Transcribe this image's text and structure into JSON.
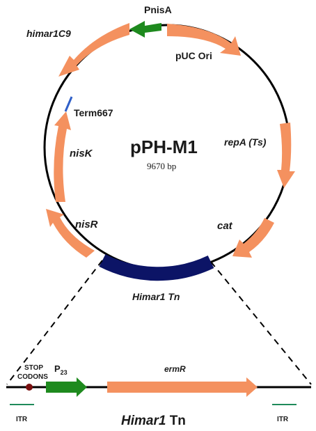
{
  "plasmid": {
    "name": "pPH-M1",
    "size": "9670 bp"
  },
  "features": {
    "pnisa": "PnisA",
    "himar1c9": "himar1C9",
    "puc_ori": "pUC Ori",
    "term667": "Term667",
    "nisk": "nisK",
    "repa": "repA (Ts)",
    "cat": "cat",
    "nisr": "nisR",
    "himar1_tn": "Himar1 Tn"
  },
  "transposon": {
    "title_italic": "Himar1",
    "title_plain": " Tn",
    "stop_codons_line1": "STOP",
    "stop_codons_line2": "CODONS",
    "promoter_main": "P",
    "promoter_sub": "23",
    "ermr": "ermR",
    "itr_left": "ITR",
    "itr_right": "ITR"
  },
  "colors": {
    "orange_feature": "#f4915f",
    "green_promoter": "#1e8a1e",
    "navy_transposon": "#0c1466",
    "blue_terminator": "#2f5fc8",
    "stop_codon_dot": "#7a0f0f",
    "itr_teal": "#1f8a5a"
  }
}
